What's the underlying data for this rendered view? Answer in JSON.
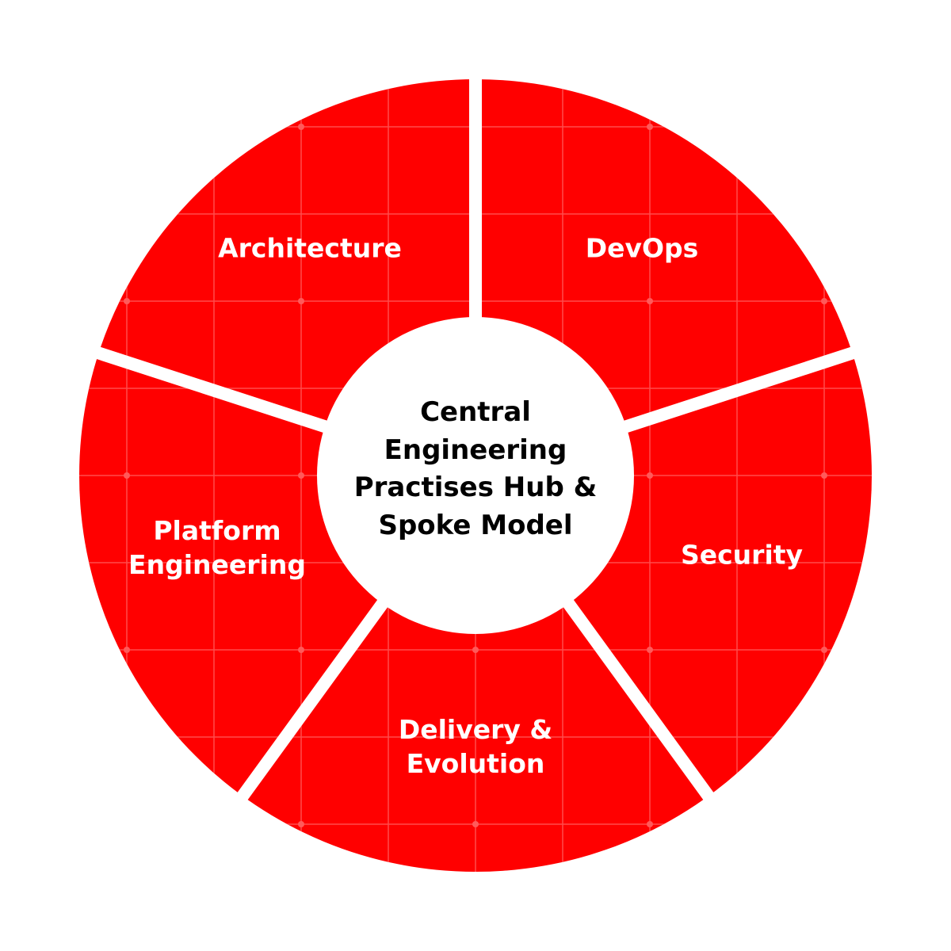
{
  "diagram": {
    "title": "Central Engineering Practises Hub & Spoke Model",
    "hub": {
      "lines": [
        "Central",
        "Engineering",
        "Practises Hub &",
        "Spoke Model"
      ]
    },
    "spokes": [
      {
        "label_lines": [
          "Architecture"
        ],
        "position": "top-left"
      },
      {
        "label_lines": [
          "DevOps"
        ],
        "position": "top-right"
      },
      {
        "label_lines": [
          "Security"
        ],
        "position": "right"
      },
      {
        "label_lines": [
          "Delivery &",
          "Evolution"
        ],
        "position": "bottom"
      },
      {
        "label_lines": [
          "Platform",
          "Engineering"
        ],
        "position": "left"
      }
    ],
    "colors": {
      "segment_fill": "#ff0000",
      "grid_line": "#ff5a5a",
      "gap": "#ffffff",
      "hub_fill": "#ffffff",
      "hub_text": "#000000",
      "segment_text": "#ffffff"
    }
  }
}
